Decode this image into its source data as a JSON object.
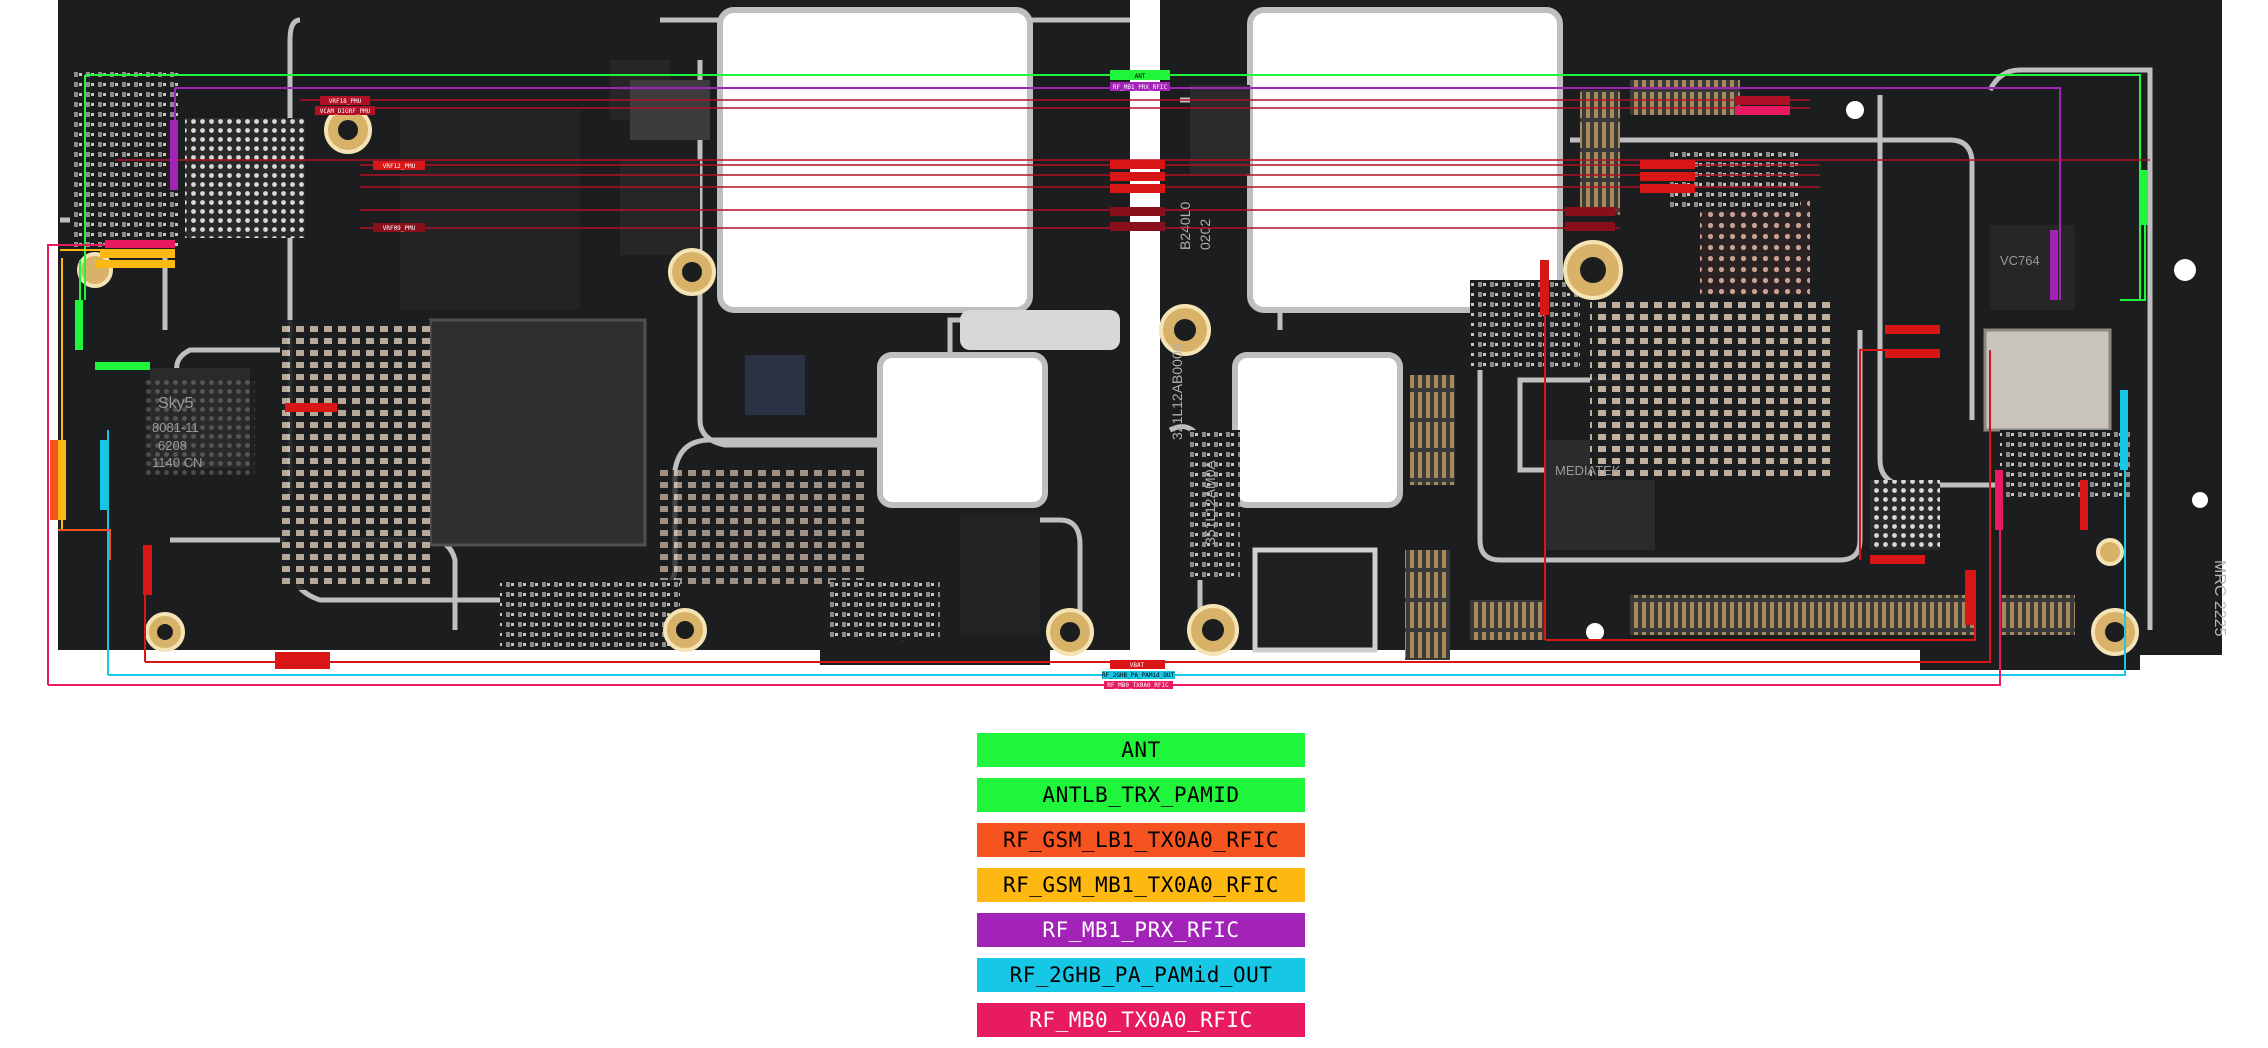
{
  "legend": [
    {
      "label": "ANT",
      "color": "#1ff53a",
      "text_color": "#000000"
    },
    {
      "label": "ANTLB_TRX_PAMID",
      "color": "#1ff53a",
      "text_color": "#000000"
    },
    {
      "label": "RF_GSM_LB1_TX0A0_RFIC",
      "color": "#f5531f",
      "text_color": "#000000"
    },
    {
      "label": "RF_GSM_MB1_TX0A0_RFIC",
      "color": "#fdb811",
      "text_color": "#000000"
    },
    {
      "label": "RF_MB1_PRX_RFIC",
      "color": "#a323b8",
      "text_color": "#ffffff"
    },
    {
      "label": "RF_2GHB_PA_PAMid_OUT",
      "color": "#17c8e6",
      "text_color": "#000000"
    },
    {
      "label": "RF_MB0_TX0A0_RFIC",
      "color": "#e81a62",
      "text_color": "#ffffff"
    }
  ],
  "board": {
    "pcb_color": "#1c1d1f",
    "trace_color": "#bfbfbf",
    "left_board_print": [
      "Sky5",
      "8081-11",
      "6208",
      "1140 CN"
    ],
    "center_marks": [
      "351L12AM0A",
      "321L12AB0000",
      "B240L0",
      "0202"
    ],
    "right_board_print": [
      "MEDIATEK",
      "MRC 2225",
      "VC764"
    ],
    "net_tags": [
      {
        "text": "ANT",
        "color": "#1ff53a"
      },
      {
        "text": "RF_MB1_PRX_RFIC",
        "color": "#a323b8"
      },
      {
        "text": "VRF18_PMU",
        "color": "#b01025"
      },
      {
        "text": "VCAM_DIGRF_PMU",
        "color": "#b01025"
      },
      {
        "text": "VRF12_PMU",
        "color": "#b01025"
      },
      {
        "text": "VRF09_PMU",
        "color": "#b01025"
      },
      {
        "text": "VBAT",
        "color": "#d81616"
      },
      {
        "text": "RF_2GHB_PA_PAMid_OUT",
        "color": "#17c8e6"
      },
      {
        "text": "RF_MB0_TX0A0_RFIC",
        "color": "#e81a62"
      }
    ]
  }
}
